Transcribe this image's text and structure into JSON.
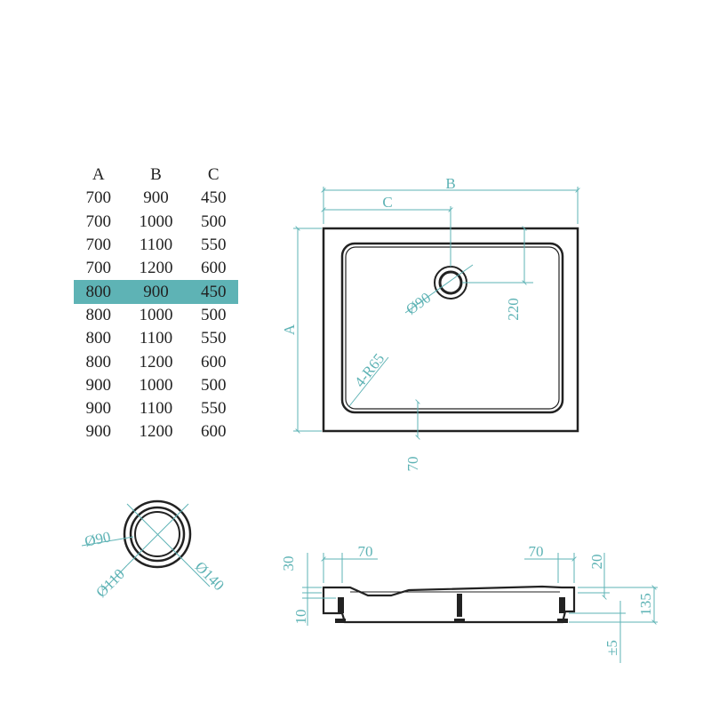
{
  "table": {
    "headers": [
      "A",
      "B",
      "C"
    ],
    "rows": [
      [
        "700",
        "900",
        "450"
      ],
      [
        "700",
        "1000",
        "500"
      ],
      [
        "700",
        "1100",
        "550"
      ],
      [
        "700",
        "1200",
        "600"
      ],
      [
        "800",
        "900",
        "450"
      ],
      [
        "800",
        "1000",
        "500"
      ],
      [
        "800",
        "1100",
        "550"
      ],
      [
        "800",
        "1200",
        "600"
      ],
      [
        "900",
        "1000",
        "500"
      ],
      [
        "900",
        "1100",
        "550"
      ],
      [
        "900",
        "1200",
        "600"
      ]
    ],
    "selected_row": 4
  },
  "top_view": {
    "dim_b": "B",
    "dim_c": "C",
    "dim_a": "A",
    "drain_dia": "Ø90",
    "corner_radius": "4-R65",
    "drain_offset": "220",
    "edge_width": "70"
  },
  "drain_detail": {
    "inner": "Ø90",
    "mid": "Ø110",
    "outer": "Ø140"
  },
  "side_view": {
    "left_width": "70",
    "right_width": "70",
    "top_left": "30",
    "bottom_left": "10",
    "right_top": "20",
    "height": "135",
    "adjust": "±5"
  },
  "colors": {
    "dimension": "#5eb3b5",
    "outline": "#222222",
    "highlight": "#5eb3b5"
  }
}
